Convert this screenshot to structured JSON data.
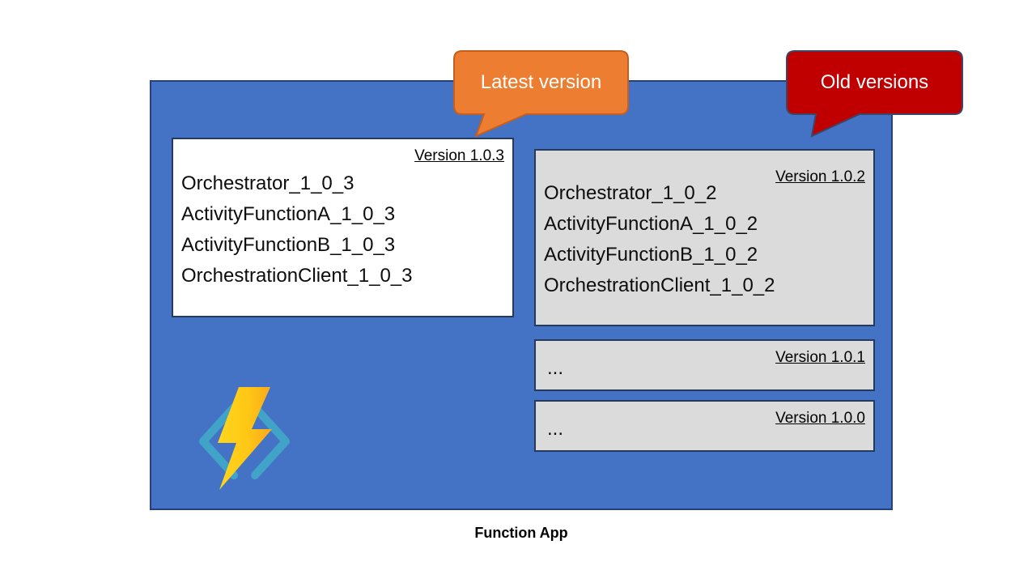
{
  "diagram": {
    "caption": "Function App",
    "container_fill": "#4472C4",
    "container_border": "#24407E"
  },
  "callouts": {
    "latest": {
      "label": "Latest version",
      "fill": "#ED7D31",
      "border": "#C55F1F"
    },
    "old": {
      "label": "Old versions",
      "fill": "#C00000",
      "border": "#3E4667"
    }
  },
  "versions": [
    {
      "label": "Version 1.0.3",
      "style": "latest",
      "box_fill": "#FFFFFF",
      "functions": [
        "Orchestrator_1_0_3",
        "ActivityFunctionA_1_0_3",
        "ActivityFunctionB_1_0_3",
        "OrchestrationClient_1_0_3"
      ]
    },
    {
      "label": "Version 1.0.2",
      "style": "old",
      "box_fill": "#DBDBDB",
      "functions": [
        "Orchestrator_1_0_2",
        "ActivityFunctionA_1_0_2",
        "ActivityFunctionB_1_0_2",
        "OrchestrationClient_1_0_2"
      ]
    },
    {
      "label": "Version 1.0.1",
      "style": "old-collapsed",
      "box_fill": "#DBDBDB",
      "functions": [
        "..."
      ]
    },
    {
      "label": "Version 1.0.0",
      "style": "old-collapsed",
      "box_fill": "#DBDBDB",
      "functions": [
        "..."
      ]
    }
  ],
  "icon": {
    "name": "azure-functions-logo",
    "bolt_colors": [
      "#FFD61E",
      "#F9A91C"
    ],
    "bracket_color": "#41A3C8"
  }
}
